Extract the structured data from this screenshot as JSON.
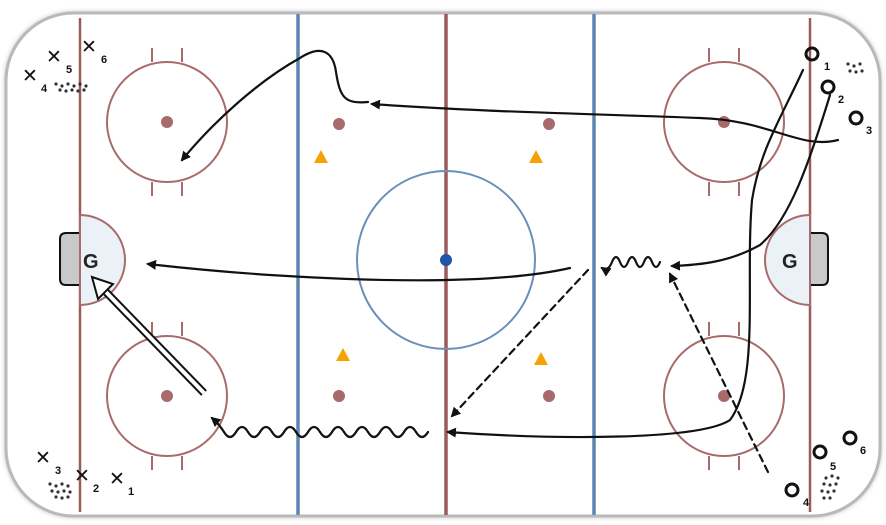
{
  "goalie_label": "G",
  "colors": {
    "board": "#b9b9b9",
    "red_line": "#9b5b5b",
    "blue_line": "#5d85b3",
    "circle": "#a86a6a",
    "dot": "#a86a6a",
    "center_circle": "#6a8fba",
    "center_dot": "#1e56a8",
    "crease_fill": "#eaf2f7",
    "goal_fill": "#c9c9c9",
    "cone": "#f4a300",
    "ink": "#111111"
  },
  "team_x": [
    {
      "number": "1"
    },
    {
      "number": "2"
    },
    {
      "number": "3"
    },
    {
      "number": "4"
    },
    {
      "number": "5"
    },
    {
      "number": "6"
    }
  ],
  "team_o": [
    {
      "number": "1"
    },
    {
      "number": "2"
    },
    {
      "number": "3"
    },
    {
      "number": "4"
    },
    {
      "number": "5"
    },
    {
      "number": "6"
    }
  ]
}
